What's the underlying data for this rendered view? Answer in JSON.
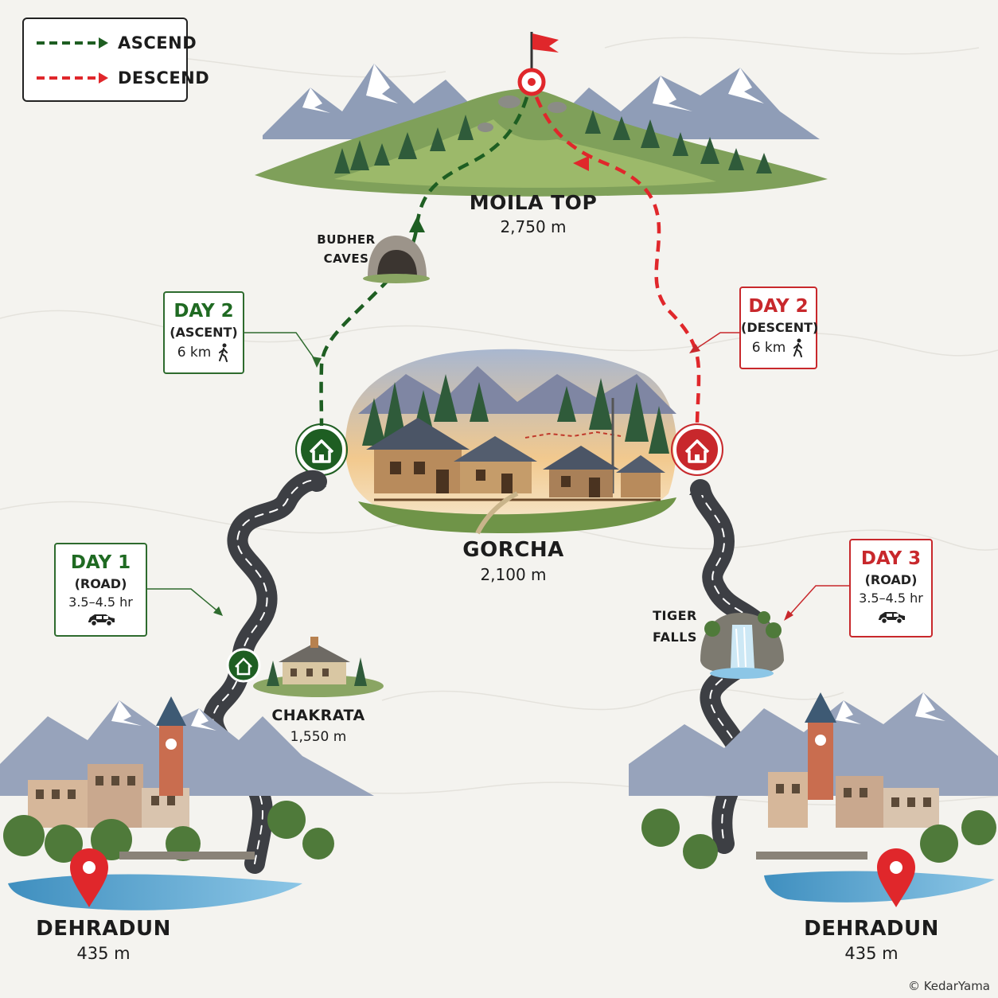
{
  "legend": {
    "ascend_label": "ASCEND",
    "descend_label": "DESCEND",
    "ascend_color": "#1e5e22",
    "descend_color": "#e0272b"
  },
  "places": {
    "summit": {
      "name": "MOILA TOP",
      "altitude": "2,750 m"
    },
    "camp": {
      "name": "GORCHA",
      "altitude": "2,100 m"
    },
    "town": {
      "name": "CHAKRATA",
      "altitude": "1,550 m"
    },
    "start": {
      "name": "DEHRADUN",
      "altitude": "435 m"
    },
    "end": {
      "name": "DEHRADUN",
      "altitude": "435 m"
    },
    "caves": {
      "line1": "BUDHER",
      "line2": "CAVES"
    },
    "falls": {
      "line1": "TIGER",
      "line2": "FALLS"
    }
  },
  "days": {
    "day1": {
      "title": "DAY 1",
      "mode": "(ROAD)",
      "value": "3.5–4.5 hr",
      "icon": "car-icon"
    },
    "day2_ascent": {
      "title": "DAY 2",
      "mode": "(ASCENT)",
      "value": "6 km",
      "icon": "hiker-icon"
    },
    "day2_descent": {
      "title": "DAY 2",
      "mode": "(DESCENT)",
      "value": "6 km",
      "icon": "hiker-icon"
    },
    "day3": {
      "title": "DAY 3",
      "mode": "(ROAD)",
      "value": "3.5–4.5 hr",
      "icon": "car-icon"
    }
  },
  "icons": [
    "flag-icon",
    "summit-marker-icon",
    "home-icon",
    "map-pin-icon",
    "cave-icon",
    "waterfall-icon",
    "car-icon",
    "hiker-icon"
  ],
  "copyright": "© KedarYama"
}
